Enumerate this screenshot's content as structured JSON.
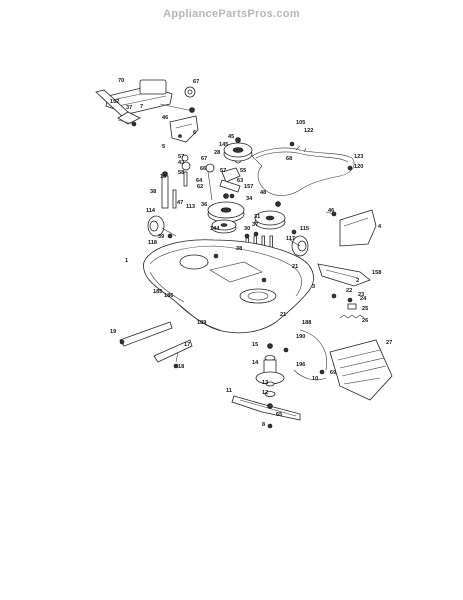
{
  "watermark": "AppliancePartsPros.com",
  "callouts": [
    {
      "id": "c70",
      "text": "70"
    },
    {
      "id": "c67",
      "text": "67"
    },
    {
      "id": "c152",
      "text": "152"
    },
    {
      "id": "c37a",
      "text": "37"
    },
    {
      "id": "c7",
      "text": "7"
    },
    {
      "id": "c46a",
      "text": "46"
    },
    {
      "id": "c6",
      "text": "6"
    },
    {
      "id": "c5",
      "text": "5"
    },
    {
      "id": "c45",
      "text": "45"
    },
    {
      "id": "c145",
      "text": "145"
    },
    {
      "id": "c28",
      "text": "28"
    },
    {
      "id": "c57a",
      "text": "57"
    },
    {
      "id": "c43",
      "text": "43"
    },
    {
      "id": "c67b",
      "text": "67"
    },
    {
      "id": "c58",
      "text": "58"
    },
    {
      "id": "c66",
      "text": "66"
    },
    {
      "id": "c63",
      "text": "63"
    },
    {
      "id": "c64",
      "text": "64"
    },
    {
      "id": "c62",
      "text": "62"
    },
    {
      "id": "c157",
      "text": "157"
    },
    {
      "id": "c57b",
      "text": "57"
    },
    {
      "id": "c55",
      "text": "55"
    },
    {
      "id": "c16",
      "text": "16"
    },
    {
      "id": "c47",
      "text": "47"
    },
    {
      "id": "c34",
      "text": "34"
    },
    {
      "id": "c38a",
      "text": "38"
    },
    {
      "id": "c36",
      "text": "36"
    },
    {
      "id": "c31",
      "text": "31"
    },
    {
      "id": "c48",
      "text": "48"
    },
    {
      "id": "c105",
      "text": "105"
    },
    {
      "id": "c122",
      "text": "122"
    },
    {
      "id": "c68",
      "text": "68"
    },
    {
      "id": "c123",
      "text": "123"
    },
    {
      "id": "c120",
      "text": "120"
    },
    {
      "id": "c1",
      "text": "1"
    },
    {
      "id": "c185",
      "text": "185"
    },
    {
      "id": "c186",
      "text": "186"
    },
    {
      "id": "c189",
      "text": "189"
    },
    {
      "id": "c19",
      "text": "19"
    },
    {
      "id": "c21a",
      "text": "21"
    },
    {
      "id": "c21b",
      "text": "21"
    },
    {
      "id": "c39",
      "text": "39"
    },
    {
      "id": "c115",
      "text": "115"
    },
    {
      "id": "c117",
      "text": "117"
    },
    {
      "id": "c113",
      "text": "113"
    },
    {
      "id": "c114",
      "text": "114"
    },
    {
      "id": "c118",
      "text": "118"
    },
    {
      "id": "c46b",
      "text": "46"
    },
    {
      "id": "c4",
      "text": "4"
    },
    {
      "id": "c158",
      "text": "158"
    },
    {
      "id": "c18",
      "text": "18"
    },
    {
      "id": "c17",
      "text": "17"
    },
    {
      "id": "c15",
      "text": "15"
    },
    {
      "id": "c14",
      "text": "14"
    },
    {
      "id": "c13",
      "text": "13"
    },
    {
      "id": "c12",
      "text": "12"
    },
    {
      "id": "c11",
      "text": "11"
    },
    {
      "id": "c8",
      "text": "8"
    },
    {
      "id": "c27",
      "text": "27"
    },
    {
      "id": "c25",
      "text": "25"
    },
    {
      "id": "c26",
      "text": "26"
    },
    {
      "id": "c24",
      "text": "24"
    },
    {
      "id": "c69",
      "text": "69"
    },
    {
      "id": "c65",
      "text": "65"
    },
    {
      "id": "c10",
      "text": "10"
    },
    {
      "id": "c196",
      "text": "196"
    },
    {
      "id": "c190",
      "text": "190"
    },
    {
      "id": "c188",
      "text": "188"
    },
    {
      "id": "c23",
      "text": "23"
    },
    {
      "id": "c22",
      "text": "22"
    },
    {
      "id": "c30",
      "text": "30"
    },
    {
      "id": "c2",
      "text": "2"
    },
    {
      "id": "c3",
      "text": "3"
    },
    {
      "id": "c144",
      "text": "144"
    },
    {
      "id": "c38b",
      "text": "38"
    },
    {
      "id": "c37b",
      "text": "37"
    }
  ]
}
